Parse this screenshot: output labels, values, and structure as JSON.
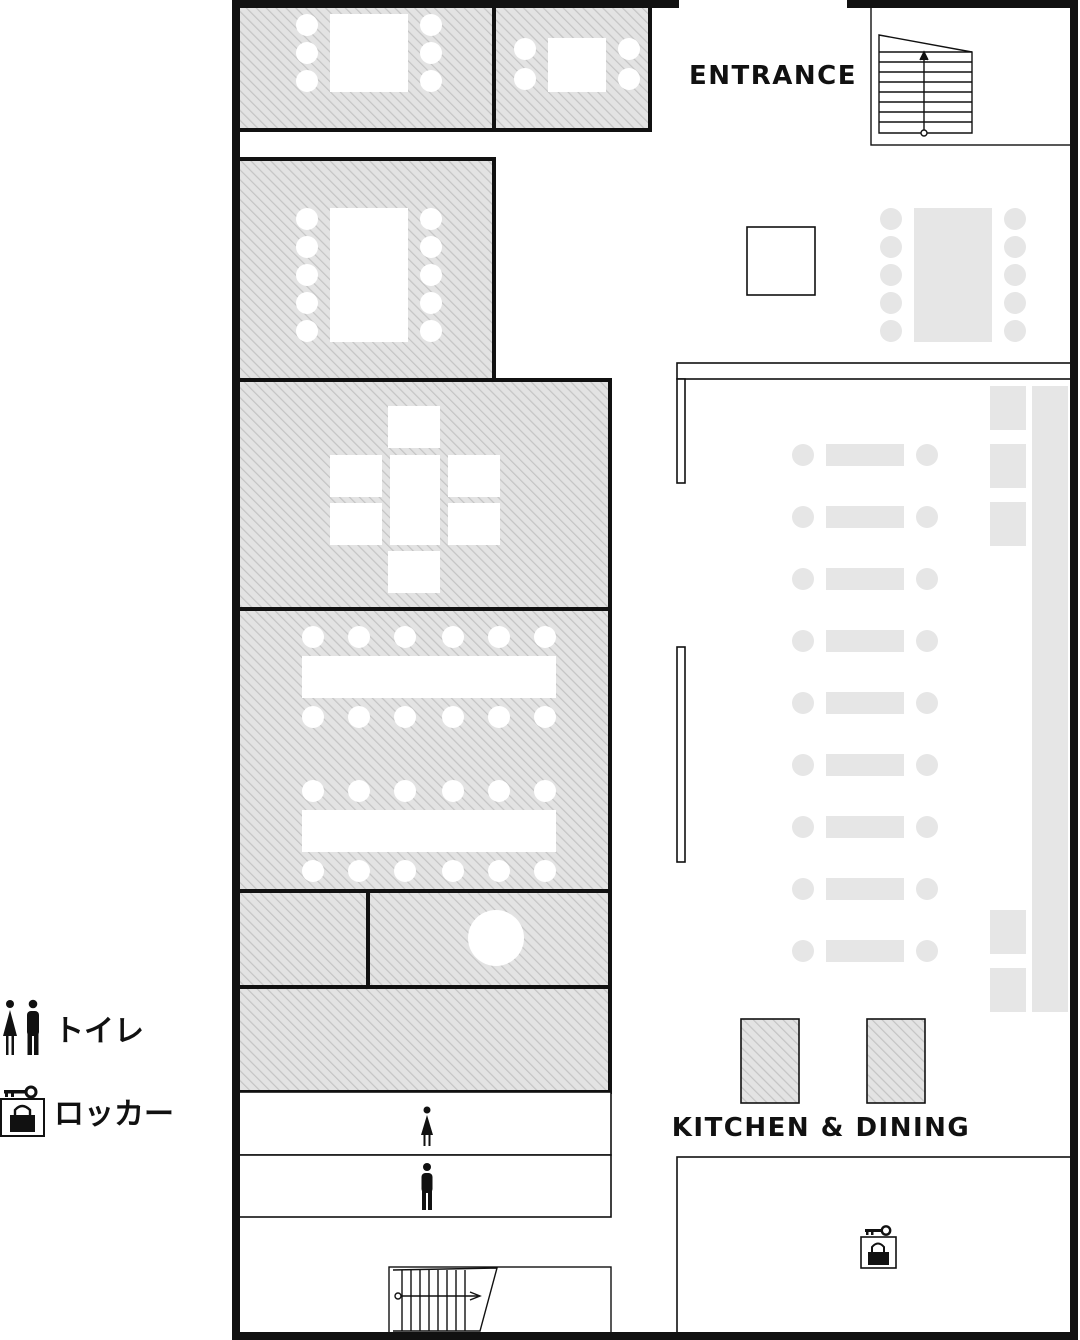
{
  "labels": {
    "entrance": "ENTRANCE",
    "kitchen_dining": "KITCHEN & DINING"
  },
  "legend": {
    "toilet": {
      "text": "トイレ",
      "icon": "toilet-icon"
    },
    "locker": {
      "text": "ロッカー",
      "icon": "locker-icon"
    }
  },
  "colors": {
    "wall": "#111111",
    "hatch_bg": "#e3e3e3",
    "hatch_line": "#c4c4c4",
    "furniture": "#e6e6e6",
    "furniture_on_hatch": "#ffffff"
  }
}
